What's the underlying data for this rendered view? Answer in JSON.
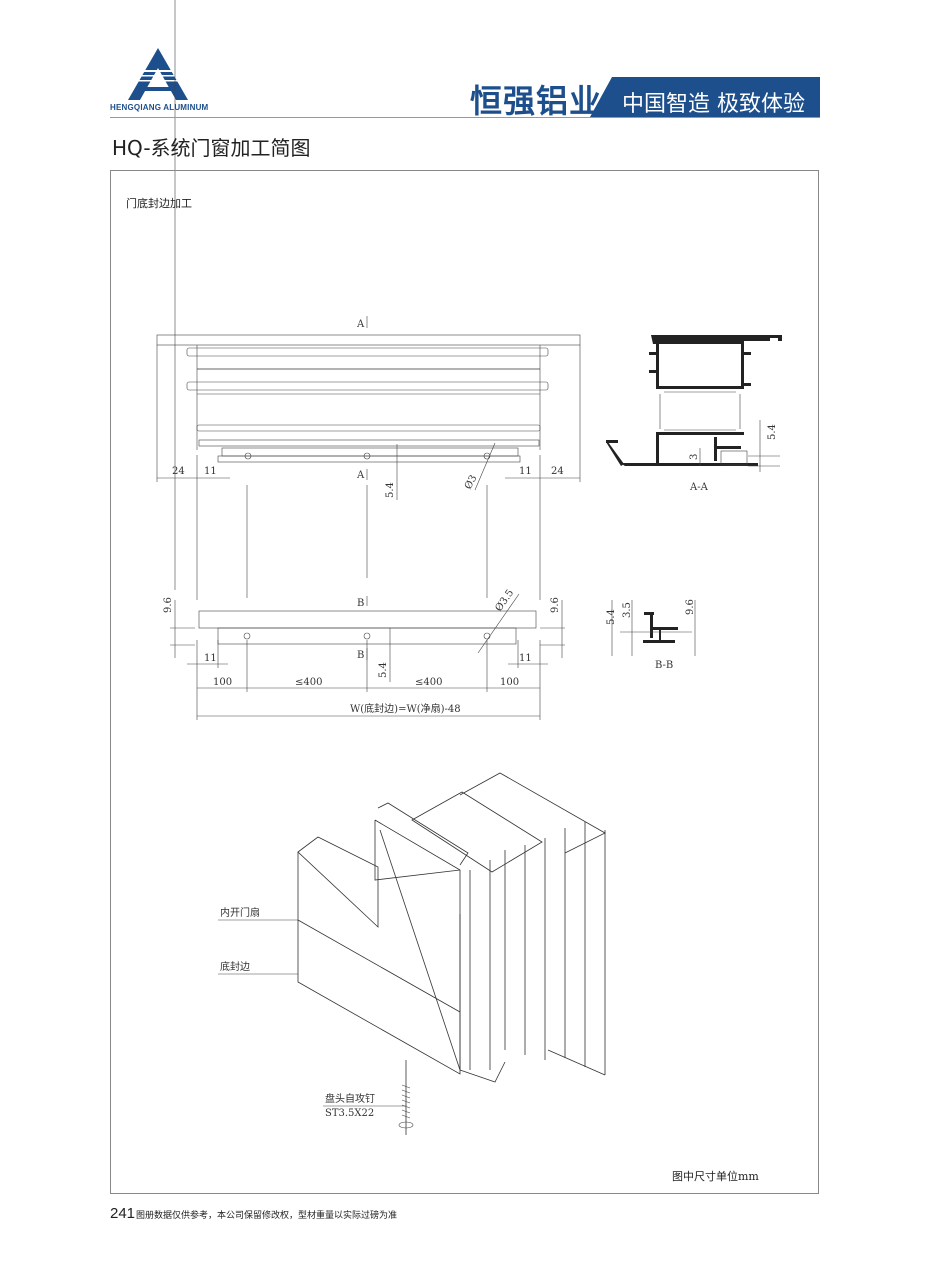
{
  "header": {
    "logo_text": "HENGQIANG ALUMINUM",
    "brand": "恒强铝业",
    "slogan": "中国智造 极致体验",
    "brand_color": "#1d4f8c"
  },
  "page_title": "HQ-系统门窗加工简图",
  "section_label": "门底封边加工",
  "drawing": {
    "section_a": "A",
    "section_b": "B",
    "section_aa": "A-A",
    "section_bb": "B-B",
    "dim_24": "24",
    "dim_11": "11",
    "dim_5_4": "5.4",
    "dim_phi3": "Ø3",
    "dim_phi3_5": "Ø3.5",
    "dim_9_6": "9.6",
    "dim_3_5": "3.5",
    "dim_3": "3",
    "dim_100": "100",
    "dim_le400": "≤400",
    "width_formula": "W(底封边)=W(净扇)-48",
    "label_sash": "内开门扇",
    "label_seal": "底封边",
    "label_screw": "盘头自攻钉",
    "label_screw_spec": "ST3.5X22"
  },
  "unit_note": "图中尺寸单位mm",
  "footer": {
    "page_number": "241",
    "disclaimer": "图册数据仅供参考，本公司保留修改权，型材重量以实际过磅为准"
  }
}
